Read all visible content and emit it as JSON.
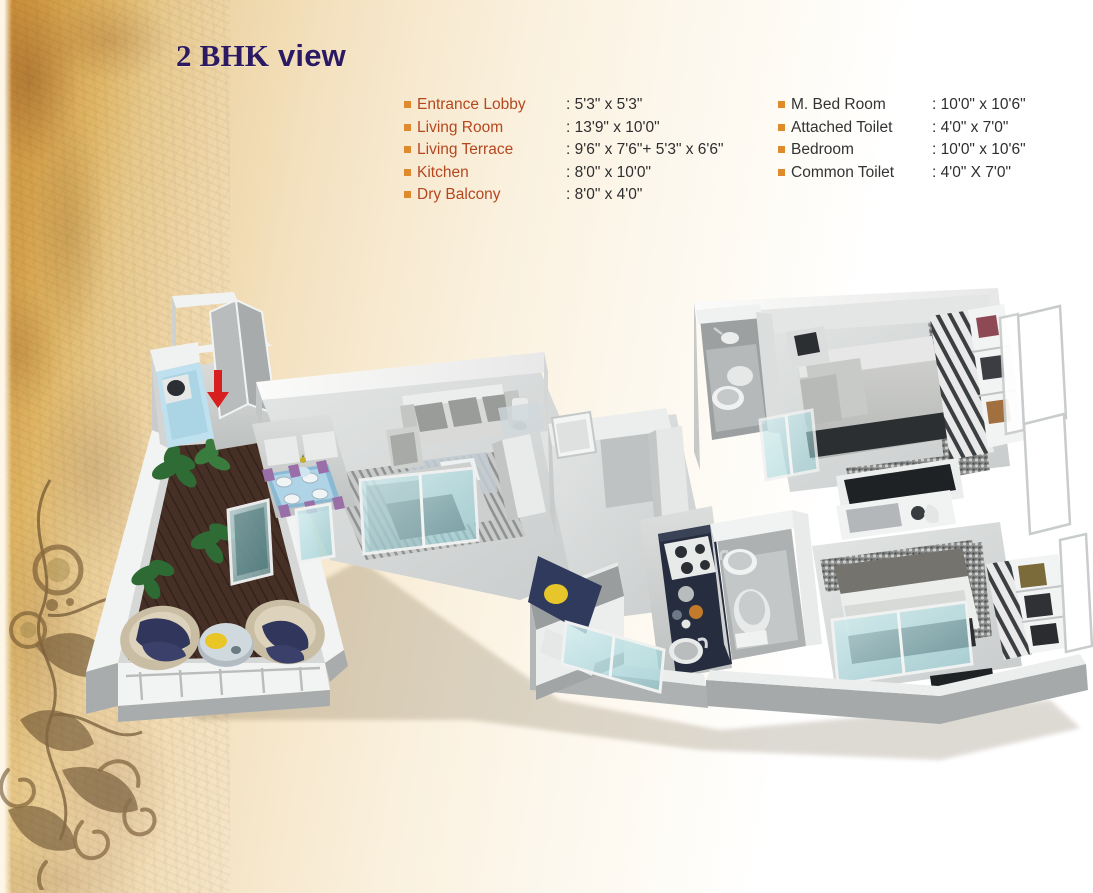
{
  "header": {
    "title_bold": "2 BHK",
    "title_light": "view"
  },
  "legend": {
    "left": [
      {
        "name": "Entrance Lobby",
        "value": ": 5'3\" x 5'3\""
      },
      {
        "name": "Living Room",
        "value": ": 13'9\" x 10'0\""
      },
      {
        "name": "Living Terrace",
        "value": ": 9'6\" x 7'6\"+ 5'3\" x 6'6\""
      },
      {
        "name": "Kitchen",
        "value": ": 8'0\" x 10'0\""
      },
      {
        "name": "Dry Balcony",
        "value": ": 8'0\" x 4'0\""
      }
    ],
    "right": [
      {
        "name": "M. Bed Room",
        "value": ": 10'0\" x 10'6\""
      },
      {
        "name": "Attached Toilet",
        "value": ": 4'0\" x 7'0\""
      },
      {
        "name": "Bedroom",
        "value": ": 10'0\" x 10'6\""
      },
      {
        "name": "Common Toilet",
        "value": ": 4'0\" X 7'0\""
      }
    ]
  },
  "colors": {
    "title": "#2b1a62",
    "left_label": "#b5471f",
    "right_label": "#333333",
    "bullet": "#e08a2e",
    "value": "#2e2e2e",
    "entry_arrow": "#d81f20",
    "terrace_deck": "#4a332a",
    "kitchen_counter": "#262d3f",
    "dry_balcony_floor": "#bfe0ee"
  },
  "plan": {
    "rooms": [
      "entrance-lobby",
      "living-terrace",
      "living-room",
      "dining-area",
      "kitchen",
      "dry-balcony",
      "master-bedroom",
      "attached-toilet",
      "bedroom",
      "common-toilet",
      "passage"
    ],
    "markers": {
      "entry_arrow": "entry direction arrow"
    }
  }
}
